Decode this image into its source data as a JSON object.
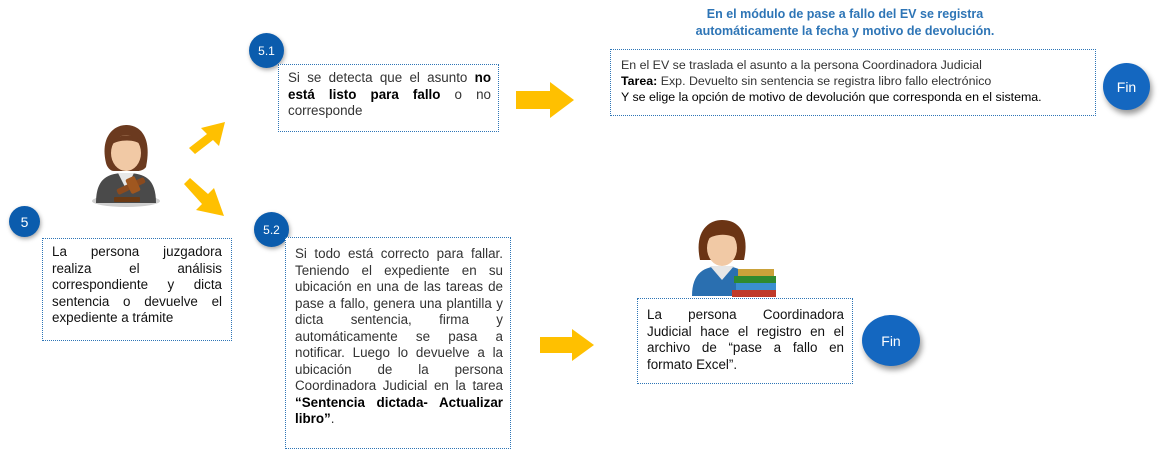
{
  "header": {
    "line1": "En el módulo de pase a fallo del EV se registra",
    "line2": "automáticamente la fecha y motivo de devolución."
  },
  "step5": {
    "number": "5",
    "text": "La persona juzgadora realiza el análisis correspondiente y dicta sentencia o devuelve el expediente a trámite"
  },
  "step51": {
    "number": "5.1",
    "text_a": "Si se detecta que el asunto ",
    "text_b": "no está listo para fallo",
    "text_c": " o no corresponde"
  },
  "step52": {
    "number": "5.2",
    "text_a": "Si todo está correcto para fallar. Teniendo el expediente en su ubicación en una de las tareas de pase a fallo, genera una plantilla y dicta sentencia, firma y automáticamente se pasa a notificar. Luego lo devuelve a la ubicación de la persona Coordinadora Judicial en la tarea ",
    "text_b": "“Sentencia dictada- Actualizar libro”",
    "text_c": "."
  },
  "ev_box": {
    "line1": "En el EV se traslada el asunto a la persona Coordinadora Judicial",
    "tarea_label": "Tarea:",
    "tarea_text": " Exp. Devuelto sin sentencia se registra libro fallo electrónico",
    "line3": "Y se elige la opción de motivo de devolución que corresponda en el sistema."
  },
  "coord_box": {
    "text": "La persona Coordinadora Judicial hace el registro en el archivo de “pase a fallo en formato Excel”."
  },
  "fin_top": "Fin",
  "fin_bottom": "Fin",
  "colors": {
    "accent_blue": "#2e75b6",
    "circle_blue": "#0b5cad",
    "arrow_yellow": "#ffc000"
  }
}
